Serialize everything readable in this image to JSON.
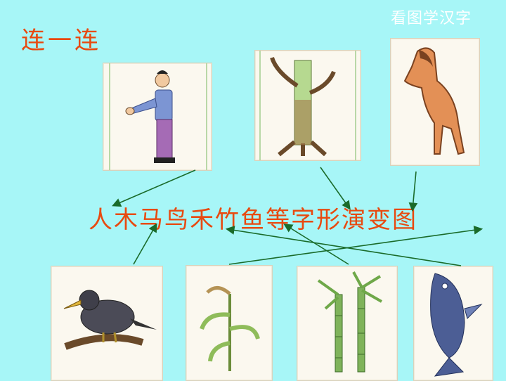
{
  "corner_title": "看图学汉字",
  "heading": "连一连",
  "center_line": "人木马鸟禾竹鱼等字形演变图",
  "colors": {
    "background": "#a7f6f7",
    "heading_text": "#e84a10",
    "arrow": "#1a6b2a",
    "corner_title": "#ffffff"
  },
  "pictures": [
    {
      "id": "person",
      "icon": "person-icon"
    },
    {
      "id": "tree",
      "icon": "tree-icon"
    },
    {
      "id": "horse",
      "icon": "horse-icon"
    },
    {
      "id": "crow",
      "icon": "crow-icon"
    },
    {
      "id": "grain",
      "icon": "grain-plant-icon"
    },
    {
      "id": "bamboo",
      "icon": "bamboo-icon"
    },
    {
      "id": "fish",
      "icon": "fish-icon"
    }
  ]
}
